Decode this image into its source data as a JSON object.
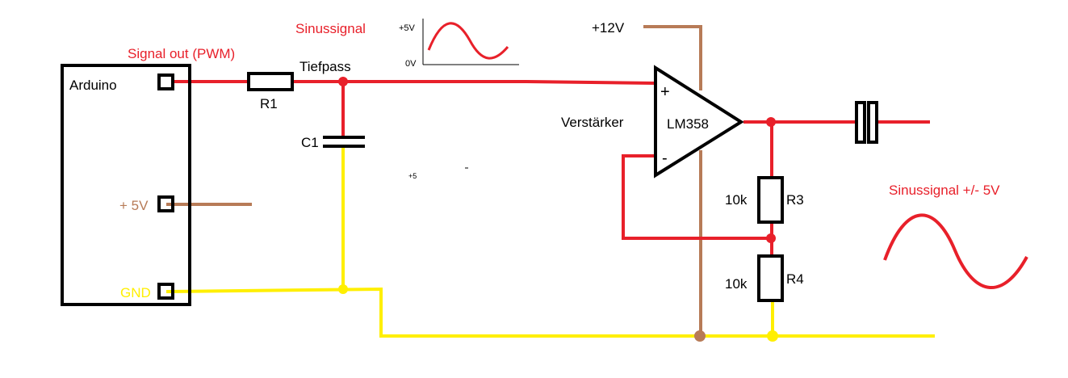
{
  "colors": {
    "signal": "#e8202a",
    "ground": "#ffef00",
    "supply": "#b77b57",
    "black": "#000000"
  },
  "labels": {
    "signal_out": "Signal out (PWM)",
    "sinus_top": "Sinussignal",
    "arduino": "Arduino",
    "tiefpass": "Tiefpass",
    "r1": "R1",
    "c1": "C1",
    "plus5v": "+ 5V",
    "gnd": "GND",
    "plus12v": "+12V",
    "verstaerker": "Verstärker",
    "lm358": "LM358",
    "plus": "+",
    "minus": "-",
    "r3_value": "10k",
    "r3": "R3",
    "r4_value": "10k",
    "r4": "R4",
    "sinus_out": "Sinussignal +/- 5V",
    "stray_plus5": "+5",
    "mini_plus5v": "+5V",
    "mini_0v": "0V"
  }
}
